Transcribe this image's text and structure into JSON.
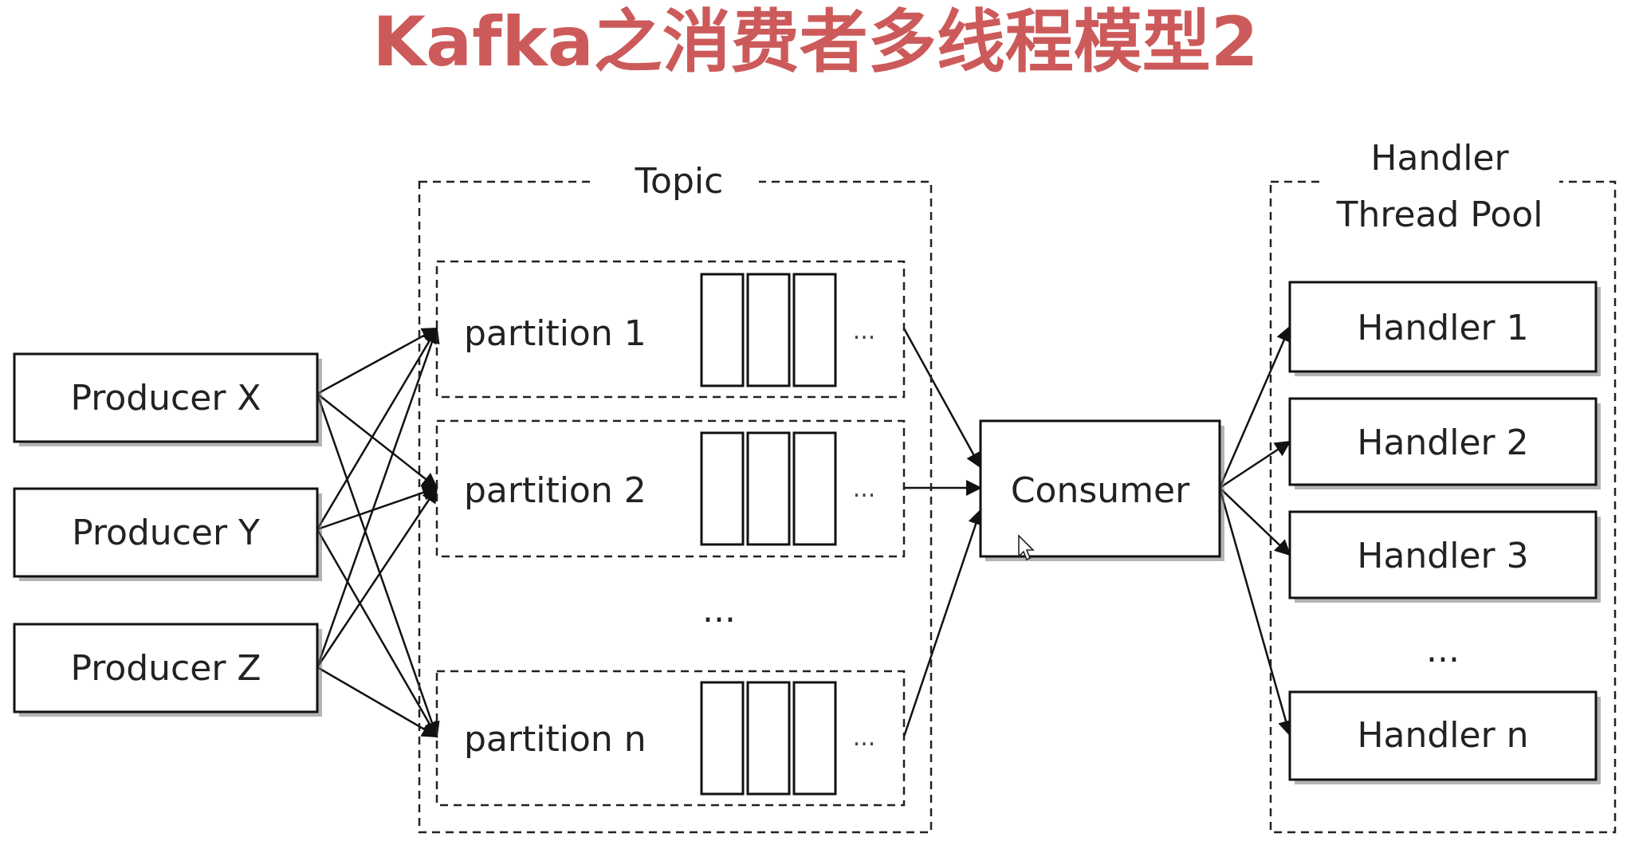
{
  "title": "Kafka之消费者多线程模型2",
  "colors": {
    "title": "#cd5a5a",
    "stroke": "#111111",
    "background": "#ffffff"
  },
  "producers": [
    "Producer X",
    "Producer Y",
    "Producer Z"
  ],
  "topic": {
    "label": "Topic",
    "partitions": [
      "partition 1",
      "partition 2",
      "partition n"
    ],
    "gap_label": "...",
    "queue_ellipsis": "..."
  },
  "consumer": "Consumer",
  "pool": {
    "label_line1": "Handler",
    "label_line2": "Thread Pool",
    "handlers": [
      "Handler 1",
      "Handler 2",
      "Handler 3",
      "Handler n"
    ],
    "gap_label": "..."
  },
  "icons": {
    "cursor": "mouse-pointer-icon"
  }
}
